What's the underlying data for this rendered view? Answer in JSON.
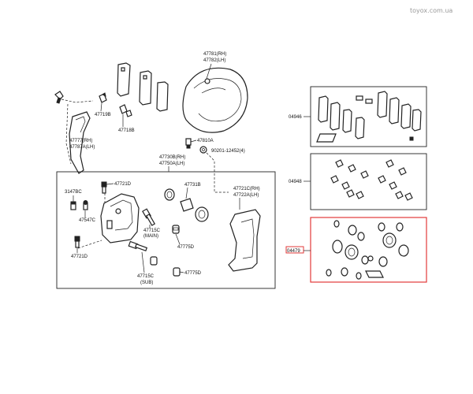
{
  "watermark": "toyox.com.ua",
  "labels": {
    "dust_cover": [
      "47781(RH)",
      "47782(LH)"
    ],
    "bracket": [
      "47777(RH)",
      "47787A(LH)"
    ],
    "p47719b": "47719B",
    "p47718b": "47718B",
    "p47810a": "47810A",
    "bolt": "90201-12452(4)",
    "assy": [
      "47730B(RH)",
      "47750A(LH)"
    ],
    "p47721d_top": "47721D",
    "p3147bc": "3147BC",
    "p47547c": "47547C",
    "p47721d_bot": "47721D",
    "p47731b": "47731B",
    "p47715c_main": [
      "47715C",
      "(MAIN)"
    ],
    "p47775d_a": "47775D",
    "p47715c_sub": [
      "47715C",
      "(SUB)"
    ],
    "p47775d_b": "47775D",
    "mounting": [
      "47721C(RH)",
      "47722A(LH)"
    ],
    "kit_04946": "04946",
    "kit_04948": "04948",
    "kit_04479": "04479"
  },
  "colors": {
    "highlight": "#e23a3a",
    "ink": "#222222",
    "watermark": "#9a9a9a"
  }
}
